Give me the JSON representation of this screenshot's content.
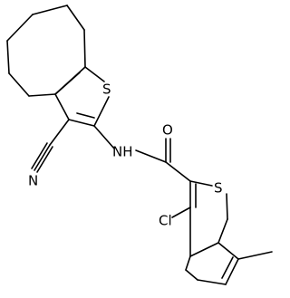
{
  "structure": {
    "atom_labels": {
      "sulfur_cycloheptathiophene": "S",
      "amide_nh": "NH",
      "amide_oxygen": "O",
      "nitrile_nitrogen": "N",
      "sulfur_benzothiophene": "S",
      "chlorine": "Cl"
    }
  }
}
